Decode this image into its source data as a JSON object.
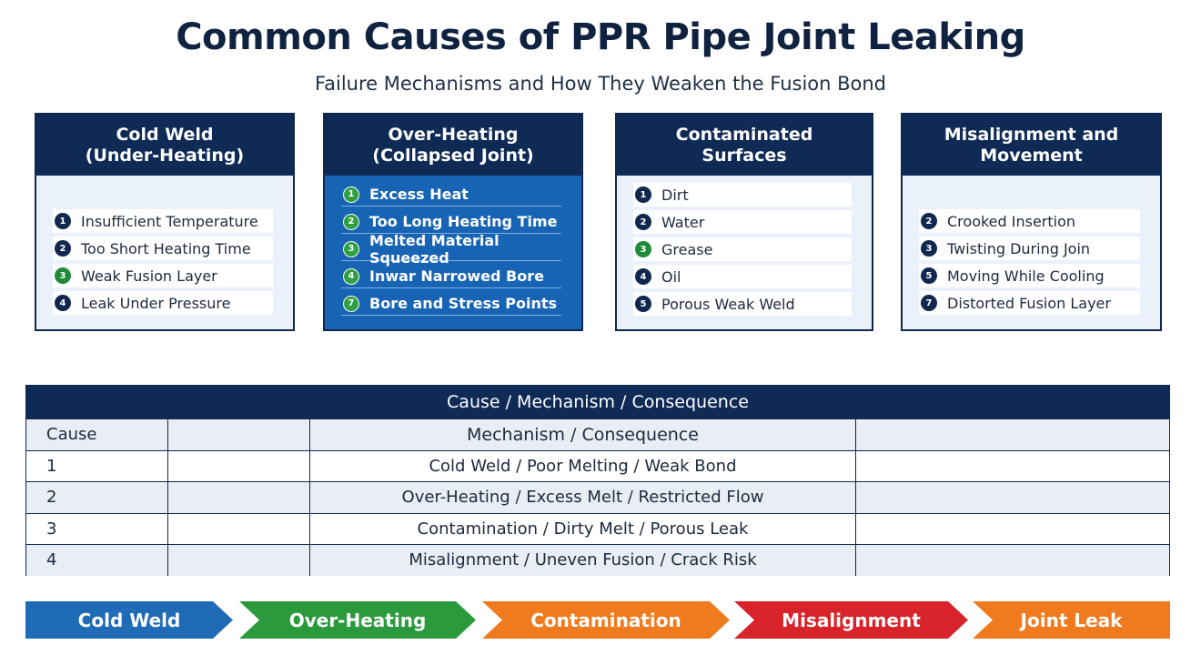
{
  "title": "Common Causes of PPR Pipe Joint Leaking",
  "subtitle": "Failure Mechanisms and How They Weaken the Fusion Bond",
  "cards": [
    {
      "title1": "Cold Weld",
      "title2": "(Under-Heating)",
      "items": [
        {
          "n": "1",
          "t": "Insufficient Temperature"
        },
        {
          "n": "2",
          "t": "Too Short Heating Time"
        },
        {
          "n": "3",
          "t": "Weak Fusion Layer"
        },
        {
          "n": "4",
          "t": "Leak Under Pressure"
        }
      ]
    },
    {
      "title1": "Over-Heating",
      "title2": "(Collapsed Joint)",
      "items": [
        {
          "n": "1",
          "t": "Excess Heat"
        },
        {
          "n": "2",
          "t": "Too Long Heating Time"
        },
        {
          "n": "3",
          "t": "Melted Material Squeezed"
        },
        {
          "n": "4",
          "t": "Inwar Narrowed Bore"
        },
        {
          "n": "7",
          "t": "Bore and Stress Points"
        }
      ]
    },
    {
      "title1": "Contaminated",
      "title2": "Surfaces",
      "items": [
        {
          "n": "1",
          "t": "Dirt"
        },
        {
          "n": "2",
          "t": "Water"
        },
        {
          "n": "3",
          "t": "Grease"
        },
        {
          "n": "4",
          "t": "Oil"
        },
        {
          "n": "5",
          "t": "Porous Weak Weld"
        }
      ]
    },
    {
      "title1": "Misalignment and",
      "title2": "Movement",
      "items": [
        {
          "n": "2",
          "t": "Crooked Insertion"
        },
        {
          "n": "3",
          "t": "Twisting During Join"
        },
        {
          "n": "5",
          "t": "Moving While Cooling"
        },
        {
          "n": "7",
          "t": "Distorted Fusion Layer"
        }
      ]
    }
  ],
  "table": {
    "title": "Cause / Mechanism / Consequence",
    "header": {
      "cause": "Cause",
      "mechanism": "Mechanism / Consequence"
    },
    "rows": [
      {
        "cause": "1",
        "mechanism": "Cold Weld / Poor Melting / Weak Bond"
      },
      {
        "cause": "2",
        "mechanism": "Over-Heating / Excess Melt / Restricted Flow"
      },
      {
        "cause": "3",
        "mechanism": "Contamination / Dirty Melt / Porous Leak"
      },
      {
        "cause": "4",
        "mechanism": "Misalignment / Uneven Fusion / Crack Risk"
      }
    ]
  },
  "flow": [
    {
      "label": "Cold Weld",
      "color": "#1f6bb5"
    },
    {
      "label": "Over-Heating",
      "color": "#2a9a3c"
    },
    {
      "label": "Contamination",
      "color": "#f07a1e"
    },
    {
      "label": "Misalignment",
      "color": "#d8232a"
    },
    {
      "label": "Joint Leak",
      "color": "#f07a1e"
    }
  ]
}
